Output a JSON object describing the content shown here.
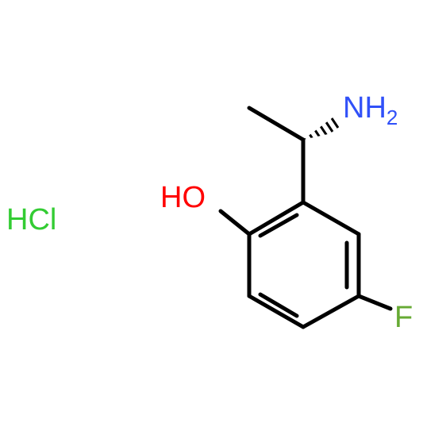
{
  "molecule": {
    "salt": {
      "text": "HCl",
      "color": "#33cc33"
    },
    "hydroxyl": {
      "text": "HO",
      "color": "#ff0000"
    },
    "amine": {
      "text": "NH",
      "subscript": "2",
      "color": "#3050f8"
    },
    "fluorine": {
      "text": "F",
      "color": "#66aa33"
    },
    "bond_color": "#000000"
  }
}
